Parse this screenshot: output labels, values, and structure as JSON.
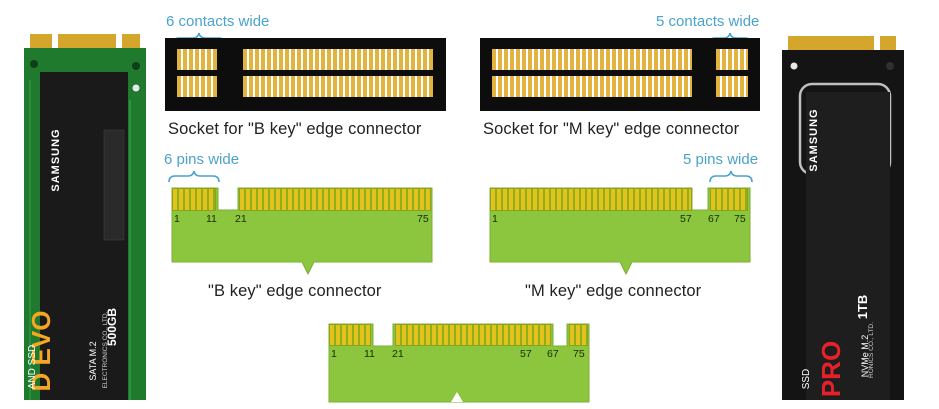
{
  "colors": {
    "annotation": "#4aa3cc",
    "socket": "#0d0d0d",
    "contact_gold": "#e2b43f",
    "pcb_green": "#8cc63f",
    "finger_yellow": "#e3c21e",
    "ssd_green_pcb": "#1f7a2e",
    "ssd_black_pcb": "#141414"
  },
  "b_socket": {
    "width_note": "6 contacts wide",
    "caption": "Socket for \"B key\" edge connector"
  },
  "m_socket": {
    "width_note": "5 contacts wide",
    "caption": "Socket for \"M key\" edge connector"
  },
  "b_connector": {
    "width_note": "6 pins wide",
    "caption": "\"B key\" edge connector",
    "pins": [
      "1",
      "11",
      "21",
      "75"
    ]
  },
  "m_connector": {
    "width_note": "5 pins wide",
    "caption": "\"M key\" edge connector",
    "pins": [
      "1",
      "57",
      "67",
      "75"
    ]
  },
  "bm_connector": {
    "pins": [
      "1",
      "11",
      "21",
      "57",
      "67",
      "75"
    ]
  },
  "ssd_evo": {
    "brand": "SAMSUNG",
    "capacity": "500GB",
    "model": "D EVO",
    "line1": "AND SSD",
    "line2": "SATA M.2",
    "line3": "ELECTRONICS CO., LTD."
  },
  "ssd_pro": {
    "brand": "SAMSUNG",
    "capacity": "1TB",
    "model": "PRO",
    "line1": "SSD",
    "line2": "NVMe M.2",
    "line3": "RONICS CO., LTD."
  }
}
